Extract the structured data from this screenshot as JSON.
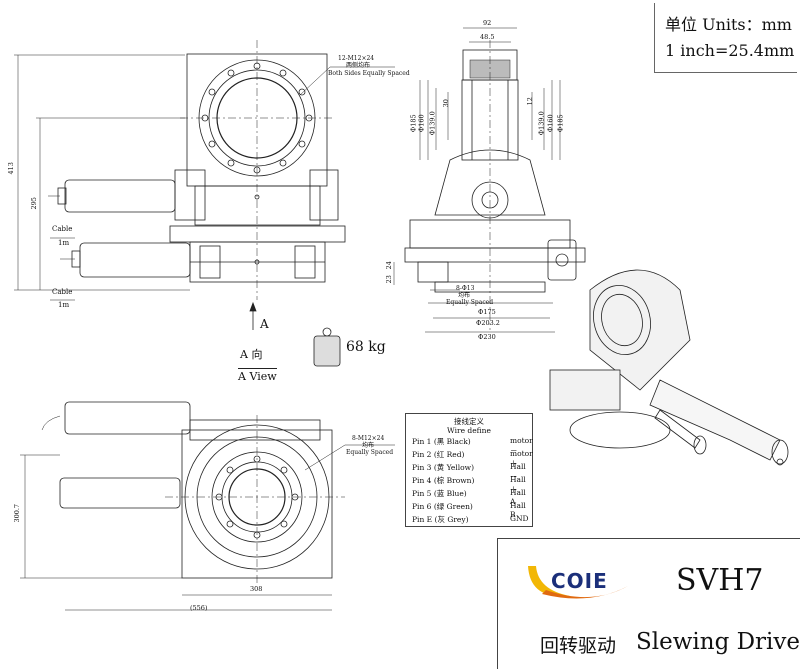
{
  "units": {
    "line1": "单位 Units：mm",
    "line2": "1 inch=25.4mm"
  },
  "weight": "68 kg",
  "view_label": {
    "cn": "A 向",
    "en": "A View"
  },
  "arrow_label": "A",
  "cable_labels": [
    {
      "cable": "Cable",
      "len": "1m"
    },
    {
      "cable": "Cable",
      "len": "1m"
    }
  ],
  "notes": {
    "top_bolts": {
      "spec": "12-M12×24",
      "cn": "两侧均布",
      "en": "Both Sides Equally Spaced"
    },
    "bottom_bolts": {
      "spec": "8-M12×24",
      "cn": "均布",
      "en": "Equally Spaced"
    },
    "side_holes": {
      "spec": "8-Φ13",
      "cn": "均布",
      "en": "Equally Spaced"
    }
  },
  "dims": {
    "front_height": "413",
    "front_mid": "295",
    "side_top_width": "92",
    "side_inner_width": "48.5",
    "left_dia_1": "Φ185",
    "left_dia_2": "Φ160",
    "left_dia_3": "Φ139.0",
    "right_dia_1": "Φ139.0",
    "right_dia_2": "Φ160",
    "right_dia_3": "Φ185",
    "small_left": "30",
    "small_right": "12",
    "side_h1": "23",
    "side_h2": "24",
    "d175": "Φ175",
    "d203": "Φ203.2",
    "d230": "Φ230",
    "bottom_height": "300.7",
    "bottom_w1": "308",
    "bottom_w2": "(556)"
  },
  "wire_define": {
    "title_cn": "接线定义",
    "title_en": "Wire define",
    "rows": [
      {
        "pin": "Pin 1 (黑 Black)",
        "fn": "motor －"
      },
      {
        "pin": "Pin 2 (红 Red)",
        "fn": "motor ＋"
      },
      {
        "pin": "Pin 3 (黄 Yellow)",
        "fn": "Hall －"
      },
      {
        "pin": "Pin 4 (棕 Brown)",
        "fn": "Hall ＋"
      },
      {
        "pin": "Pin 5 (蓝 Blue)",
        "fn": "Hall A"
      },
      {
        "pin": "Pin 6 (绿 Green)",
        "fn": "Hall B"
      },
      {
        "pin": "Pin E (灰 Grey)",
        "fn": "GND"
      }
    ]
  },
  "brand": {
    "logo": "COIE",
    "model": "SVH7",
    "cn": "回转驱动",
    "en": "Slewing Drive",
    "colors": {
      "swoosh_yellow": "#f2b705",
      "swoosh_orange": "#e06a10",
      "text_blue": "#1b2f7a"
    }
  }
}
